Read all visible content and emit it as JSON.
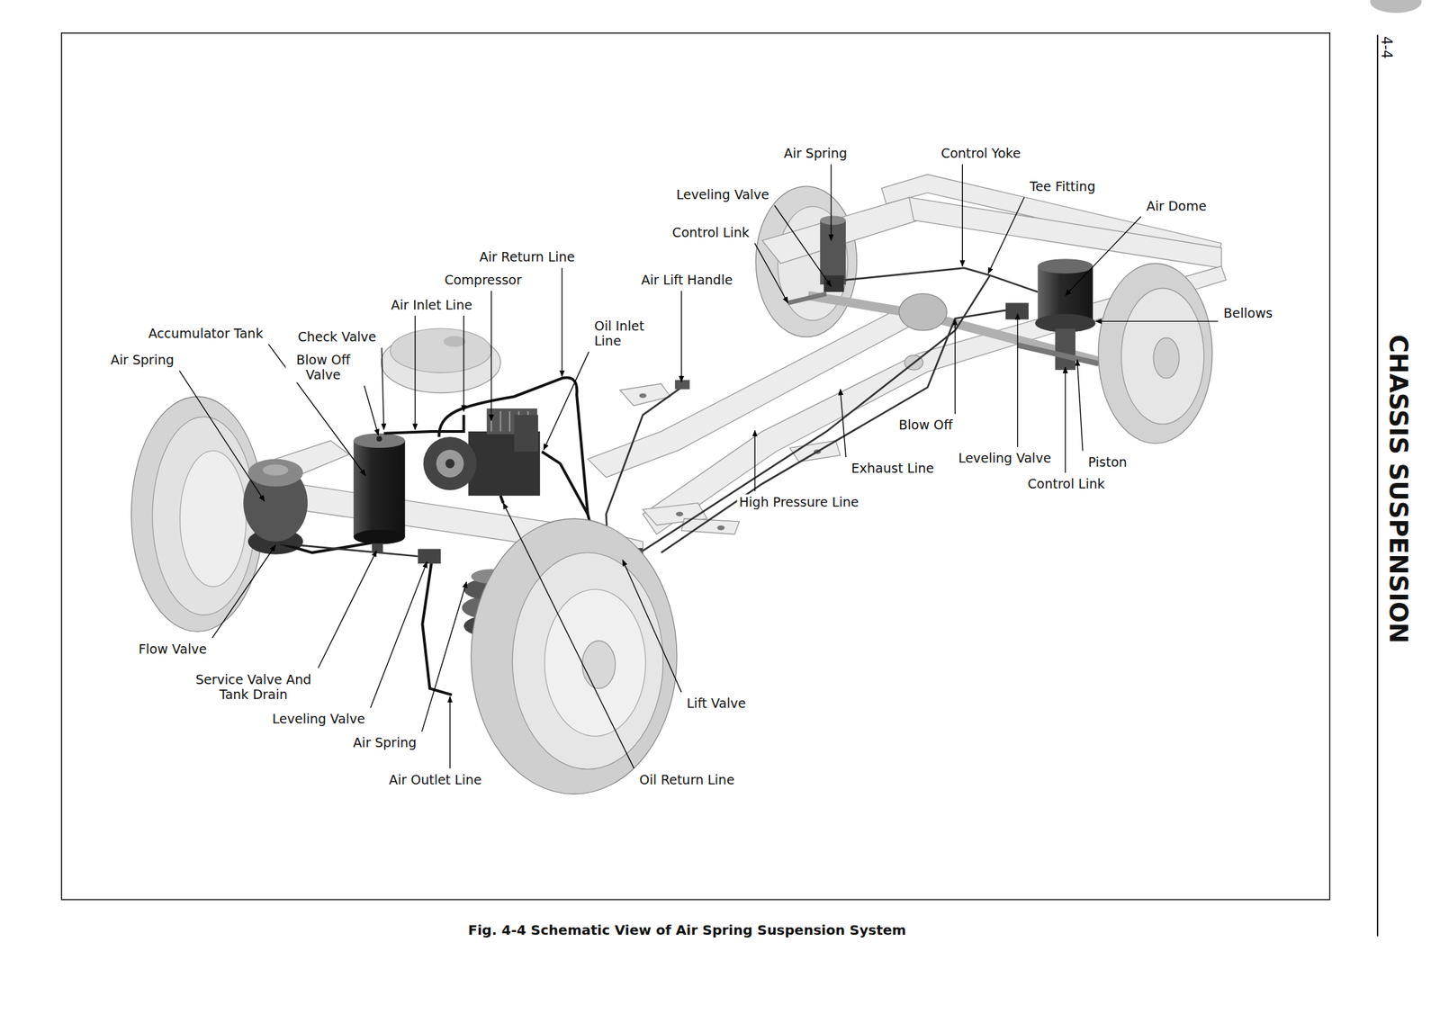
{
  "diagram": {
    "caption": "Fig. 4-4 Schematic View of Air Spring Suspension System",
    "labels": [
      "4-4",
      "Air Spring",
      "Control Yoke",
      "Tee Fitting",
      "Air Dome",
      "Leveling Valve",
      "Control Link",
      "Air Return Line",
      "Compressor",
      "Air Lift Handle",
      "Air Inlet Line",
      "Oil Inlet Line",
      "Bellows",
      "Accumulator Tank",
      "Check Valve",
      "Blow Off Valve",
      "Air Spring",
      "CHASSIS SUSPENSION",
      "Blow Off",
      "Leveling Valve",
      "Piston",
      "Exhaust Line",
      "Control Link",
      "High Pressure Line",
      "Flow Valve",
      "Service Valve And Tank Drain",
      "Lift Valve",
      "Leveling Valve",
      "Air Spring",
      "Air Outlet Line",
      "Oil Return Line"
    ]
  }
}
